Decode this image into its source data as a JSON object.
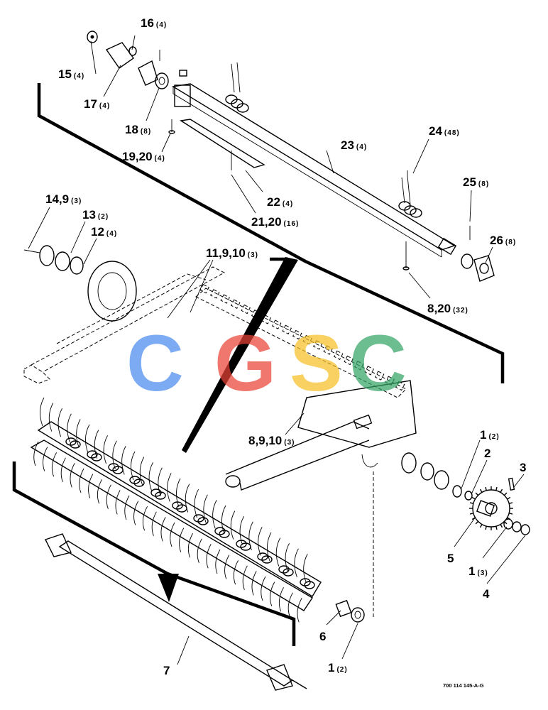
{
  "figure_id": "700 114 145-A-G",
  "watermark": {
    "letters": [
      {
        "ch": "C",
        "color": "#4a8cf0"
      },
      {
        "ch": "G",
        "color": "#ea4335"
      },
      {
        "ch": "S",
        "color": "#f6c026"
      },
      {
        "ch": "C",
        "color": "#34a466"
      }
    ]
  },
  "callouts": [
    {
      "key": "c16",
      "label": "16",
      "qty": "(4)"
    },
    {
      "key": "c15",
      "label": "15",
      "qty": "(4)"
    },
    {
      "key": "c17",
      "label": "17",
      "qty": "(4)"
    },
    {
      "key": "c18",
      "label": "18",
      "qty": "(8)"
    },
    {
      "key": "c1920",
      "label": "19,20",
      "qty": "(4)"
    },
    {
      "key": "c24",
      "label": "24",
      "qty": "(48)"
    },
    {
      "key": "c23",
      "label": "23",
      "qty": "(4)"
    },
    {
      "key": "c25",
      "label": "25",
      "qty": "(8)"
    },
    {
      "key": "c22",
      "label": "22",
      "qty": "(4)"
    },
    {
      "key": "c2120",
      "label": "21,20",
      "qty": "(16)"
    },
    {
      "key": "c26",
      "label": "26",
      "qty": "(8)"
    },
    {
      "key": "c1491",
      "label": "14,9",
      "qty": "(3)"
    },
    {
      "key": "c13",
      "label": "13",
      "qty": "(2)"
    },
    {
      "key": "c12",
      "label": "12",
      "qty": "(4)"
    },
    {
      "key": "c11910",
      "label": "11,9,10",
      "qty": "(3)"
    },
    {
      "key": "c820",
      "label": "8,20",
      "qty": "(32)"
    },
    {
      "key": "c8910",
      "label": "8,9,10",
      "qty": "(3)"
    },
    {
      "key": "c1a",
      "label": "1",
      "qty": "(2)"
    },
    {
      "key": "c2",
      "label": "2",
      "qty": ""
    },
    {
      "key": "c3",
      "label": "3",
      "qty": ""
    },
    {
      "key": "c5",
      "label": "5",
      "qty": ""
    },
    {
      "key": "c1b",
      "label": "1",
      "qty": "(3)"
    },
    {
      "key": "c4",
      "label": "4",
      "qty": ""
    },
    {
      "key": "c6",
      "label": "6",
      "qty": ""
    },
    {
      "key": "c7",
      "label": "7",
      "qty": ""
    },
    {
      "key": "c1c",
      "label": "1",
      "qty": "(2)"
    }
  ]
}
